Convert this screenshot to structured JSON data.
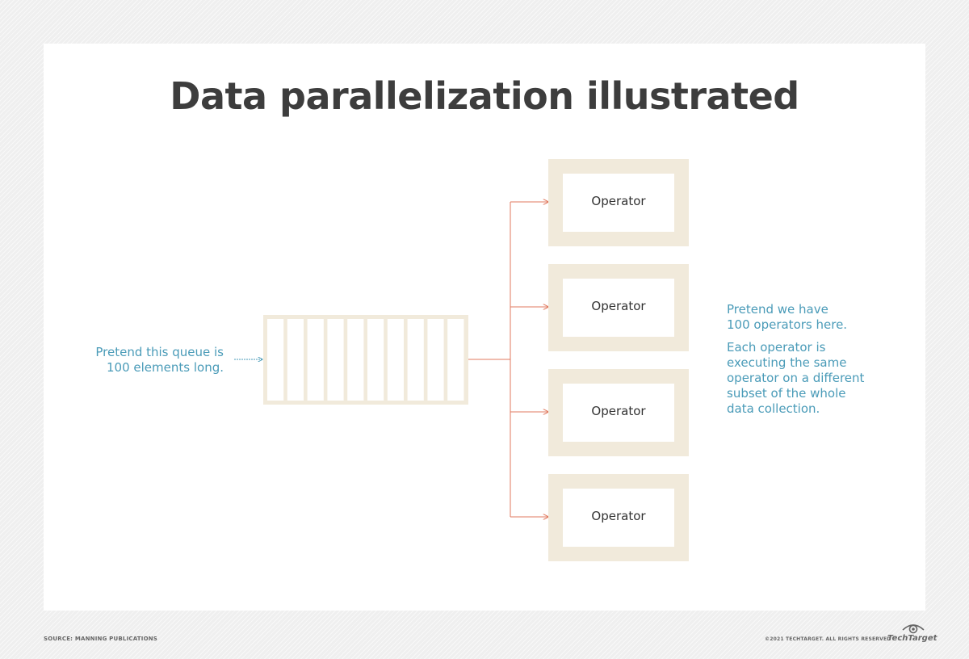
{
  "title": "Data parallelization illustrated",
  "queue_note": "Pretend this queue is 100 elements long.",
  "operators": [
    {
      "label": "Operator"
    },
    {
      "label": "Operator"
    },
    {
      "label": "Operator"
    },
    {
      "label": "Operator"
    }
  ],
  "operator_note_1": "Pretend we have 100 operators here.",
  "operator_note_2": "Each operator is executing the same operator on a different subset of the whole data collection.",
  "footer": {
    "source": "SOURCE: MANNING PUBLICATIONS",
    "copyright": "©2021 TECHTARGET. ALL RIGHTS RESERVED",
    "brand": "TechTarget"
  },
  "colors": {
    "title": "#3d3d3d",
    "note_text": "#4a9bb8",
    "box_fill": "#f1eadb",
    "connector": "#e07a5f"
  },
  "icons": {
    "brand_logo": "eye-logo-icon"
  }
}
